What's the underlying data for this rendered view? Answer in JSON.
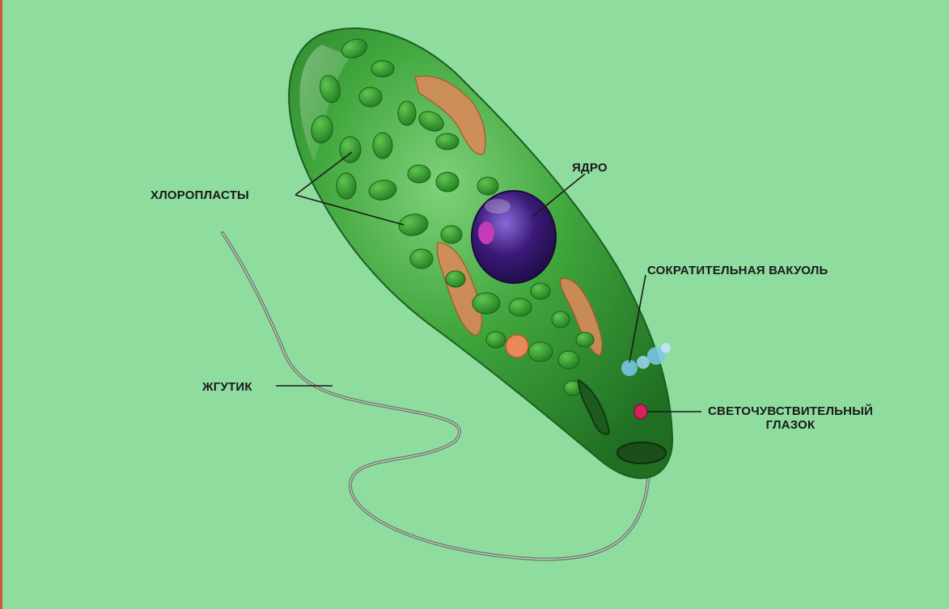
{
  "labels": {
    "chloroplasts": "ХЛОРОПЛАСТЫ",
    "nucleus": "ЯДРО",
    "contractile_vacuole": "СОКРАТИТЕЛЬНАЯ ВАКУОЛЬ",
    "flagellum": "ЖГУТИК",
    "eyespot_line1": "СВЕТОЧУВСТВИТЕЛЬНЫЙ",
    "eyespot_line2": "ГЛАЗОК"
  },
  "colors": {
    "background": "#8fdc9f",
    "cell_body": "#3a9e3a",
    "chloroplast": "#2f8f2a",
    "nucleus": "#3b1a78",
    "nucleolus": "#c23bb8",
    "eyespot": "#d1245a",
    "vacuole": "#7ec8f0",
    "paramylon": "#d98a5a",
    "leader_line": "#1a1a1a",
    "left_border": "#d6543a"
  }
}
